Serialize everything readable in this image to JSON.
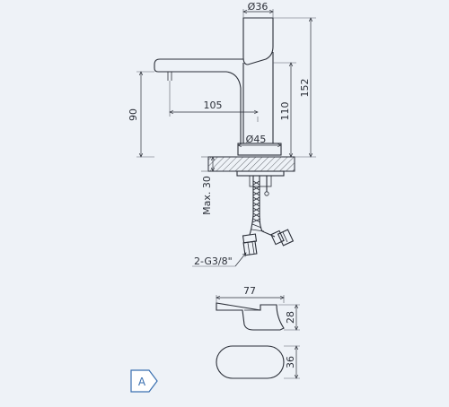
{
  "dimensions": {
    "top_diameter": "Ø36",
    "base_diameter": "Ø45",
    "total_height": "152",
    "spout_height": "110",
    "spout_outlet_height": "90",
    "spout_reach": "105",
    "max_deck_thickness": "Max. 30",
    "hose_connection": "2-G3/8\"",
    "lever_length": "77",
    "lever_height": "28",
    "lever_width": "36"
  },
  "badge": {
    "label": "A",
    "color": "#3a6fb0"
  }
}
